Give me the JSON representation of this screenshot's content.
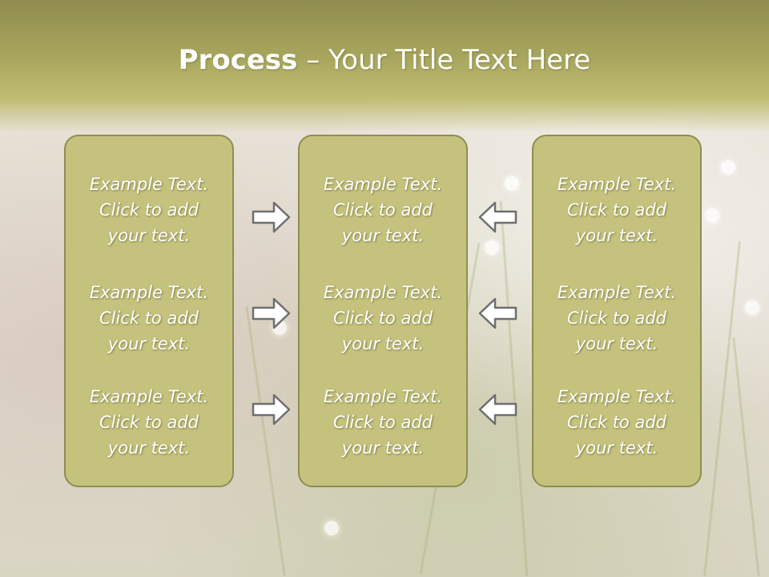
{
  "slide": {
    "title_bold": "Process",
    "title_dash": "–",
    "title_rest": "Your Title Text Here"
  },
  "columns": [
    {
      "items": [
        {
          "line1": "Example Text.",
          "line2": "Click  to add",
          "line3": "your text."
        },
        {
          "line1": "Example Text.",
          "line2": "Click  to add",
          "line3": "your text."
        },
        {
          "line1": "Example Text.",
          "line2": "Click  to add",
          "line3": "your text."
        }
      ]
    },
    {
      "items": [
        {
          "line1": "Example Text.",
          "line2": "Click  to add",
          "line3": "your text."
        },
        {
          "line1": "Example Text.",
          "line2": "Click  to add",
          "line3": "your text."
        },
        {
          "line1": "Example Text.",
          "line2": "Click  to add",
          "line3": "your text."
        }
      ]
    },
    {
      "items": [
        {
          "line1": "Example Text.",
          "line2": "Click  to add",
          "line3": "your text."
        },
        {
          "line1": "Example Text.",
          "line2": "Click  to add",
          "line3": "your text."
        },
        {
          "line1": "Example Text.",
          "line2": "Click  to add",
          "line3": "your text."
        }
      ]
    }
  ],
  "arrows": {
    "left_group": [
      "arrow-right-icon",
      "arrow-right-icon",
      "arrow-right-icon"
    ],
    "right_group": [
      "arrow-left-icon",
      "arrow-left-icon",
      "arrow-left-icon"
    ]
  },
  "colors": {
    "box_fill": "#c4c27c",
    "box_border": "#8f8d52",
    "title_band": "#a9a75e",
    "text": "#ffffff"
  }
}
